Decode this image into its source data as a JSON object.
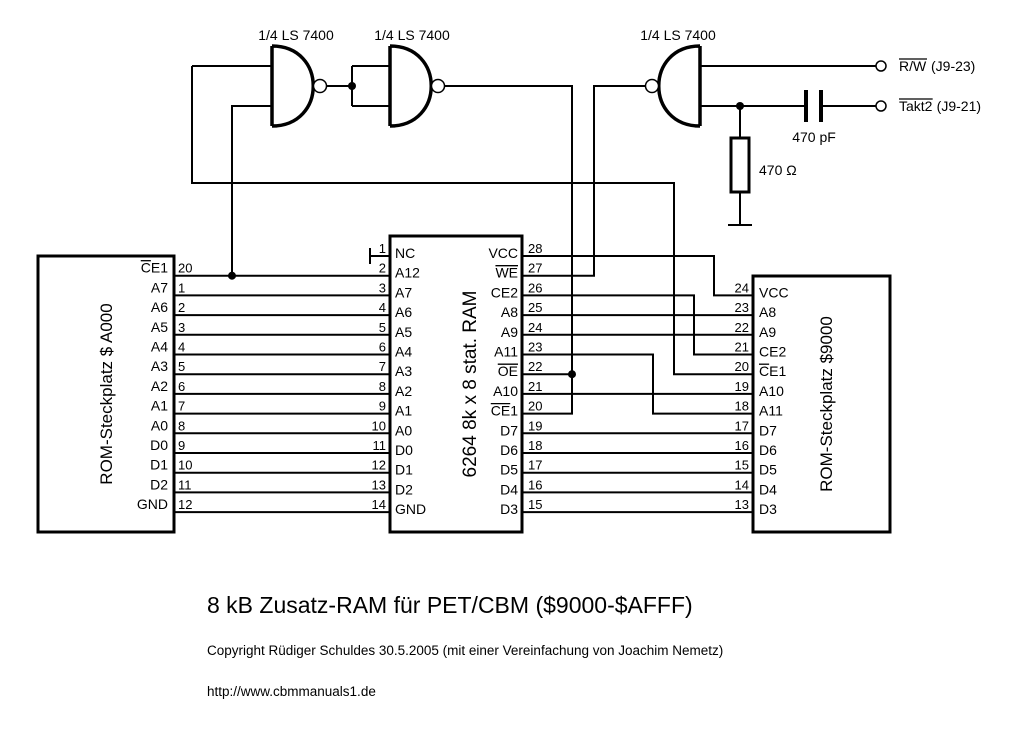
{
  "gates": [
    {
      "id": "g1",
      "label": "1/4 LS 7400"
    },
    {
      "id": "g2",
      "label": "1/4 LS 7400"
    },
    {
      "id": "g3",
      "label": "1/4 LS 7400"
    }
  ],
  "terminals": [
    {
      "id": "rw",
      "signal": "R/W",
      "overbar": true,
      "ref": "(J9-23)"
    },
    {
      "id": "takt2",
      "signal": "Takt2",
      "overbar": true,
      "ref": "(J9-21)"
    }
  ],
  "components": {
    "capacitor": {
      "value": "470 pF"
    },
    "resistor": {
      "value": "470 Ω"
    }
  },
  "chips": {
    "left": {
      "name": "ROM-Steckplatz $ A000",
      "pins": [
        {
          "label": "CE1",
          "overbar": true,
          "num": "20"
        },
        {
          "label": "A7",
          "num": "1"
        },
        {
          "label": "A6",
          "num": "2"
        },
        {
          "label": "A5",
          "num": "3"
        },
        {
          "label": "A4",
          "num": "4"
        },
        {
          "label": "A3",
          "num": "5"
        },
        {
          "label": "A2",
          "num": "6"
        },
        {
          "label": "A1",
          "num": "7"
        },
        {
          "label": "A0",
          "num": "8"
        },
        {
          "label": "D0",
          "num": "9"
        },
        {
          "label": "D1",
          "num": "10"
        },
        {
          "label": "D2",
          "num": "11"
        },
        {
          "label": "GND",
          "num": "12"
        }
      ]
    },
    "ram": {
      "name": "6264 8k x 8 stat. RAM",
      "left_pins": [
        {
          "label": "NC",
          "num": "1"
        },
        {
          "label": "A12",
          "num": "2"
        },
        {
          "label": "A7",
          "num": "3"
        },
        {
          "label": "A6",
          "num": "4"
        },
        {
          "label": "A5",
          "num": "5"
        },
        {
          "label": "A4",
          "num": "6"
        },
        {
          "label": "A3",
          "num": "7"
        },
        {
          "label": "A2",
          "num": "8"
        },
        {
          "label": "A1",
          "num": "9"
        },
        {
          "label": "A0",
          "num": "10"
        },
        {
          "label": "D0",
          "num": "11"
        },
        {
          "label": "D1",
          "num": "12"
        },
        {
          "label": "D2",
          "num": "13"
        },
        {
          "label": "GND",
          "num": "14"
        }
      ],
      "right_pins": [
        {
          "label": "VCC",
          "num": "28"
        },
        {
          "label": "WE",
          "overbar": true,
          "num": "27"
        },
        {
          "label": "CE2",
          "num": "26"
        },
        {
          "label": "A8",
          "num": "25"
        },
        {
          "label": "A9",
          "num": "24"
        },
        {
          "label": "A11",
          "num": "23"
        },
        {
          "label": "OE",
          "overbar": true,
          "num": "22"
        },
        {
          "label": "A10",
          "num": "21"
        },
        {
          "label": "CE1",
          "overbar": true,
          "num": "20"
        },
        {
          "label": "D7",
          "num": "19"
        },
        {
          "label": "D6",
          "num": "18"
        },
        {
          "label": "D5",
          "num": "17"
        },
        {
          "label": "D4",
          "num": "16"
        },
        {
          "label": "D3",
          "num": "15"
        }
      ]
    },
    "right": {
      "name": "ROM-Steckplatz $9000",
      "pins": [
        {
          "label": "VCC",
          "num": "24"
        },
        {
          "label": "A8",
          "num": "23"
        },
        {
          "label": "A9",
          "num": "22"
        },
        {
          "label": "CE2",
          "num": "21"
        },
        {
          "label": "CE1",
          "overbar": true,
          "num": "20"
        },
        {
          "label": "A10",
          "num": "19"
        },
        {
          "label": "A11",
          "num": "18"
        },
        {
          "label": "D7",
          "num": "17"
        },
        {
          "label": "D6",
          "num": "16"
        },
        {
          "label": "D5",
          "num": "15"
        },
        {
          "label": "D4",
          "num": "14"
        },
        {
          "label": "D3",
          "num": "13"
        }
      ]
    }
  },
  "caption": {
    "title": "8 kB Zusatz-RAM für PET/CBM ($9000-$AFFF)",
    "copyright": "Copyright  Rüdiger Schuldes  30.5.2005 (mit einer Vereinfachung von Joachim Nemetz)",
    "url": "http://www.cbmmanuals1.de"
  }
}
